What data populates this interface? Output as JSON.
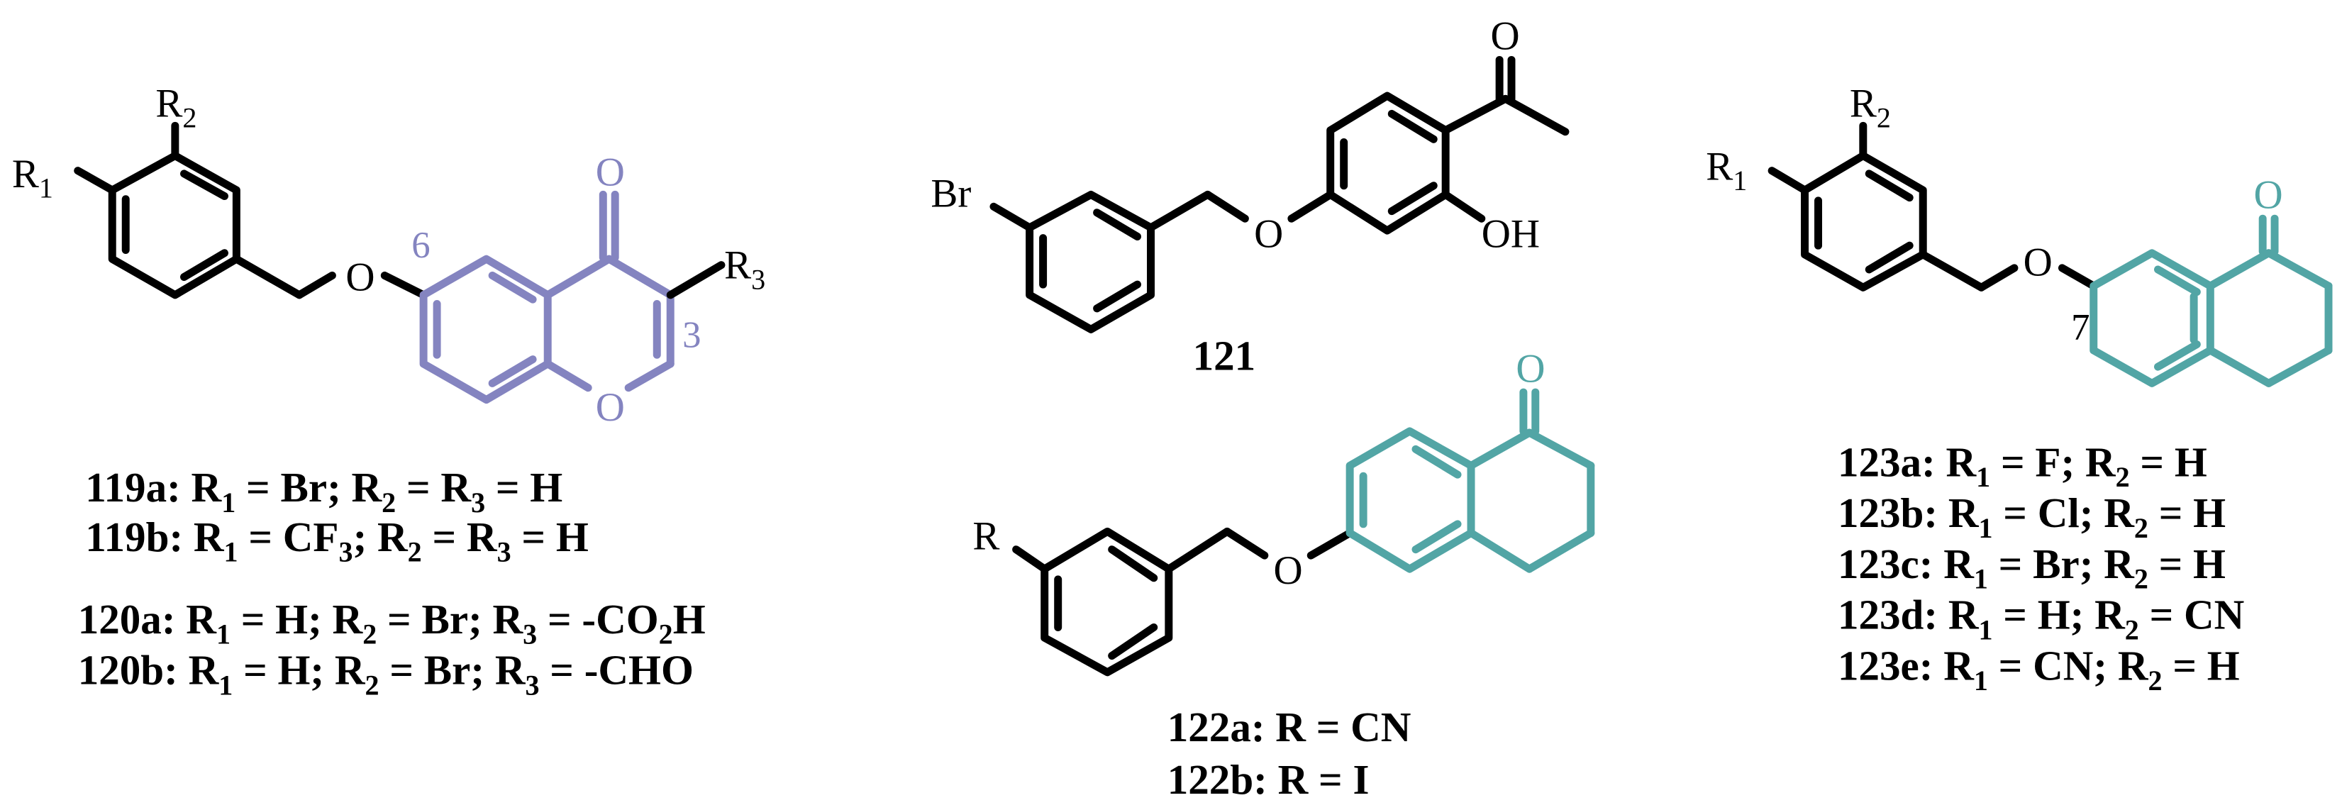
{
  "colors": {
    "bond": "#000000",
    "chromone_core": "#8484C0",
    "tetralone_core": "#52A5A5",
    "background": "#ffffff"
  },
  "compound_119_120": {
    "atoms": {
      "r1": "R",
      "r1_sub": "1",
      "r2": "R",
      "r2_sub": "2",
      "r3": "R",
      "r3_sub": "3",
      "ether_o": "O",
      "carbonyl_o": "O",
      "ring_o": "O"
    },
    "position_labels": {
      "c6": "6",
      "c3": "3"
    },
    "entries": [
      {
        "id": "119a:",
        "parts": [
          [
            "R",
            "1",
            " = Br; "
          ],
          [
            "R",
            "2",
            " = "
          ],
          [
            "R",
            "3",
            " = H"
          ]
        ]
      },
      {
        "id": "119b:",
        "parts": [
          [
            "R",
            "1",
            " = CF"
          ],
          [
            "",
            "3",
            "; "
          ],
          [
            "R",
            "2",
            " = "
          ],
          [
            "R",
            "3",
            " = H"
          ]
        ]
      },
      {
        "id": "120a:",
        "parts": [
          [
            "R",
            "1",
            " = H; "
          ],
          [
            "R",
            "2",
            " = Br; "
          ],
          [
            "R",
            "3",
            " = -CO"
          ],
          [
            "",
            "2",
            "H"
          ]
        ]
      },
      {
        "id": "120b:",
        "parts": [
          [
            "R",
            "1",
            " = H; "
          ],
          [
            "R",
            "2",
            " = Br; "
          ],
          [
            "R",
            "3",
            " = -CHO"
          ]
        ]
      }
    ]
  },
  "compound_121": {
    "atoms": {
      "br": "Br",
      "ether_o": "O",
      "carbonyl_o": "O",
      "oh": "OH"
    },
    "label": "121"
  },
  "compound_122": {
    "atoms": {
      "r": "R",
      "ether_o": "O",
      "carbonyl_o": "O"
    },
    "entries": [
      {
        "id": "122a:",
        "text": " R = CN"
      },
      {
        "id": "122b:",
        "text": " R = I"
      }
    ]
  },
  "compound_123": {
    "atoms": {
      "r1": "R",
      "r1_sub": "1",
      "r2": "R",
      "r2_sub": "2",
      "ether_o": "O",
      "carbonyl_o": "O"
    },
    "position_labels": {
      "c7": "7"
    },
    "entries": [
      {
        "id": "123a:",
        "parts": [
          [
            "R",
            "1",
            " = F; "
          ],
          [
            "R",
            "2",
            " = H"
          ]
        ]
      },
      {
        "id": "123b:",
        "parts": [
          [
            "R",
            "1",
            " = Cl; "
          ],
          [
            "R",
            "2",
            " = H"
          ]
        ]
      },
      {
        "id": "123c:",
        "parts": [
          [
            "R",
            "1",
            " = Br; "
          ],
          [
            "R",
            "2",
            " = H"
          ]
        ]
      },
      {
        "id": "123d:",
        "parts": [
          [
            "R",
            "1",
            " = H; "
          ],
          [
            "R",
            "2",
            " = CN"
          ]
        ]
      },
      {
        "id": "123e:",
        "parts": [
          [
            "R",
            "1",
            " = CN; "
          ],
          [
            "R",
            "2",
            " = H"
          ]
        ]
      }
    ]
  }
}
